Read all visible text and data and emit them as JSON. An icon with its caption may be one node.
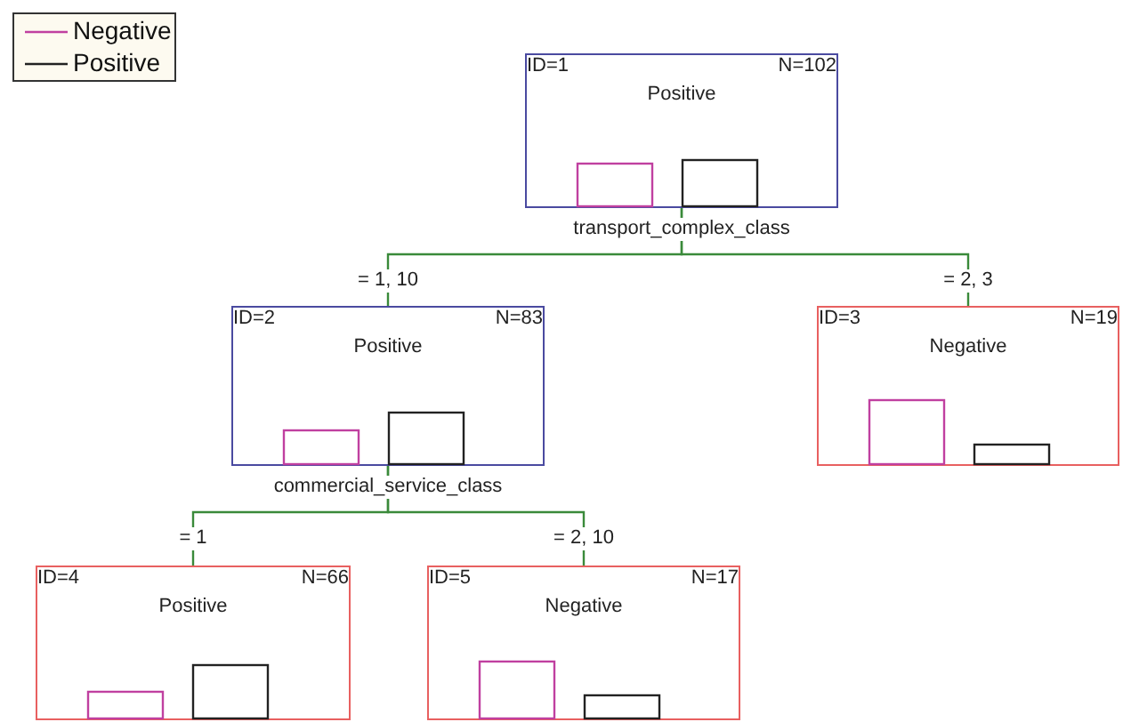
{
  "diagram": {
    "nodes": [
      {
        "text": [
          "ID=1",
          "Positive",
          "N=102"
        ],
        "beside": [
          "transport_complex_class"
        ]
      },
      {
        "text": [
          "ID=2",
          "Positive",
          "N=83"
        ],
        "beside": [
          "commercial_service_class"
        ]
      },
      {
        "text": [
          "ID=3",
          "Negative",
          "N=19"
        ]
      },
      {
        "text": [
          "ID=4",
          "Positive",
          "N=66"
        ]
      },
      {
        "text": [
          "ID=5",
          "Negative",
          "N=17"
        ]
      }
    ],
    "edges": [
      {
        "from": 0,
        "to": 1,
        "arrow": "none",
        "label": "= 1, 10"
      },
      {
        "from": 0,
        "to": 2,
        "arrow": "none",
        "label": "= 2, 3"
      },
      {
        "from": 1,
        "to": 3,
        "arrow": "none",
        "label": "= 1"
      },
      {
        "from": 1,
        "to": 4,
        "arrow": "none",
        "label": "= 2, 10"
      }
    ],
    "legend": [
      {
        "text": "Negative"
      },
      {
        "text": "Positive"
      }
    ]
  }
}
